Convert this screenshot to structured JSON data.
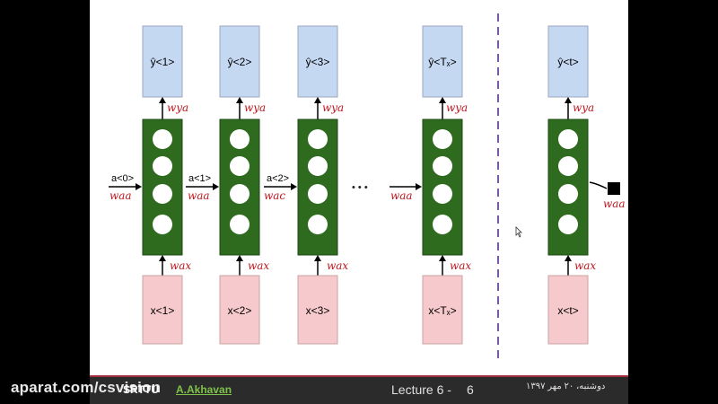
{
  "columns": [
    {
      "output": "ŷ<1>",
      "input": "x<1>",
      "w_out": "wya",
      "w_in": "wax",
      "w_left": "waa",
      "a_in": "a<0>"
    },
    {
      "output": "ŷ<2>",
      "input": "x<2>",
      "w_out": "wya",
      "w_in": "wax",
      "w_left": "waa",
      "a_in": "a<1>"
    },
    {
      "output": "ŷ<3>",
      "input": "x<3>",
      "w_out": "wya",
      "w_in": "wax",
      "w_left": "wac",
      "a_in": "a<2>"
    },
    {
      "output": "ŷ<Tₓ>",
      "input": "x<Tₓ>",
      "w_out": "wya",
      "w_in": "wax",
      "w_left": "waa",
      "a_in": ""
    },
    {
      "output": "ŷ<t>",
      "input": "x<t>",
      "w_out": "wya",
      "w_in": "wax",
      "w_left": "waa",
      "a_in": ""
    }
  ],
  "ellipsis": "• • •",
  "footer": {
    "org": "SRTTU",
    "author": "A.Akhavan",
    "lecture": "Lecture 6 -",
    "page": "6",
    "date": "دوشنبه، ۲۰ مهر ۱۳۹۷"
  },
  "watermark": "aparat.com/csvision",
  "colors": {
    "output_box": "#c5d8f2",
    "input_box": "#f6c9cc",
    "cell": "#2f6b1f",
    "weight_label": "#c0161e",
    "divider": "#7a5aa6"
  }
}
